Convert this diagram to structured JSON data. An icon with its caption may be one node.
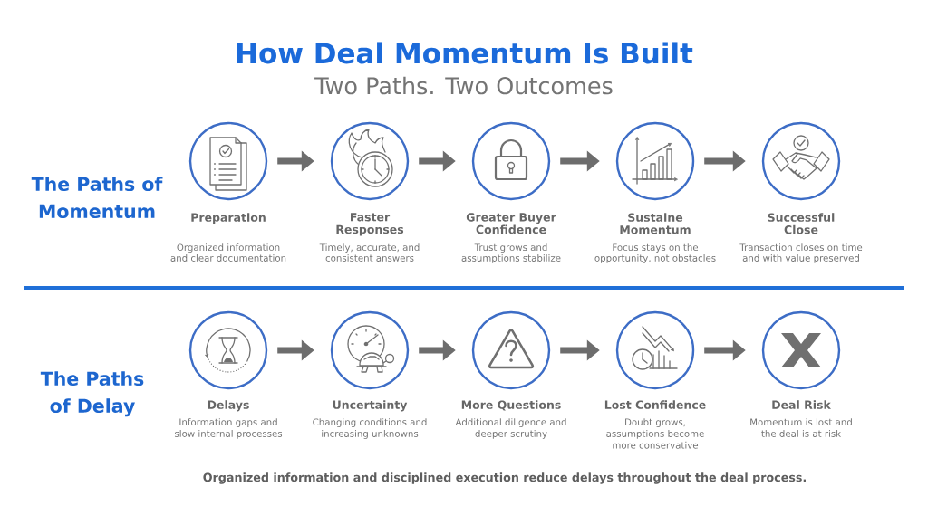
{
  "diagram": {
    "title": "How Deal Momentum Is Built",
    "caption": "Organized information and disciplined execution reduce delays throughout the deal process.",
    "nodes": [
      {
        "text": [
          "Preparation",
          "Organized information and clear documentation"
        ]
      },
      {
        "text": [
          "Faster Responses",
          "Timely, accurate, and consistent answers"
        ]
      },
      {
        "text": [
          "Greater Buyer Confidence",
          "Trust grows and assumptions stabilize"
        ]
      },
      {
        "text": [
          "Sustaine Momentum",
          "Focus stays on the opportunity, not obstacles"
        ]
      },
      {
        "text": [
          "Successful Close",
          "Transaction closes on time and with value preserved"
        ]
      },
      {
        "text": [
          "Delays",
          "Information gaps and slow internal processes"
        ]
      },
      {
        "text": [
          "Uncertainty",
          "Changing conditions and increasing unknowns"
        ]
      },
      {
        "text": [
          "More Questions",
          "Additional diligence and deeper scrutiny"
        ]
      },
      {
        "text": [
          "Lost Confidence",
          "Doubt grows, assumptions become more conservative"
        ]
      },
      {
        "text": [
          "Deal Risk",
          "Momentum is lost and the deal is at risk"
        ]
      }
    ],
    "edges": [
      {
        "from": 0,
        "to": 1,
        "arrow": "to"
      },
      {
        "from": 1,
        "to": 2,
        "arrow": "to"
      },
      {
        "from": 2,
        "to": 3,
        "arrow": "to"
      },
      {
        "from": 3,
        "to": 4,
        "arrow": "to"
      },
      {
        "from": 5,
        "to": 6,
        "arrow": "to"
      },
      {
        "from": 6,
        "to": 7,
        "arrow": "to"
      },
      {
        "from": 7,
        "to": 8,
        "arrow": "to"
      },
      {
        "from": 8,
        "to": 9,
        "arrow": "to"
      }
    ],
    "labels": [
      "Two Paths. Two Outcomes",
      "The Paths of Momentum",
      "The Paths of Delay"
    ]
  }
}
